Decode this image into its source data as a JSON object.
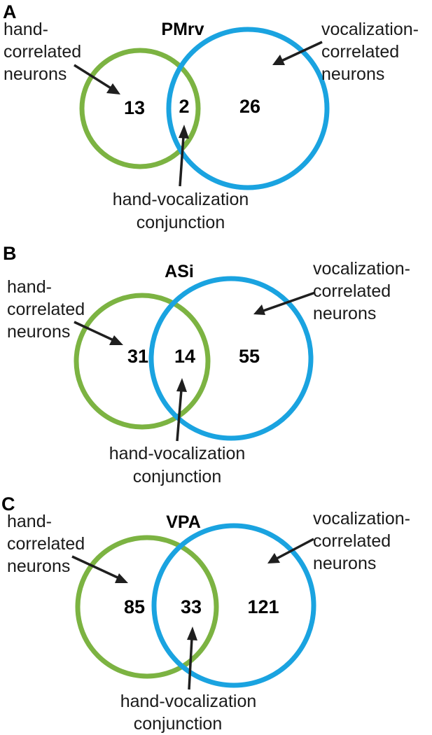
{
  "colors": {
    "hand_circle": "#7cb342",
    "vocalization_circle": "#1aa3e0",
    "arrow": "#1f1f1f",
    "text": "#000000"
  },
  "panels": [
    {
      "letter": "A",
      "region": "PMrv",
      "hand_only": "13",
      "conjunction": "2",
      "vocalization_only": "26",
      "hand_label": [
        "hand-",
        "correlated",
        "neurons"
      ],
      "vocalization_label": [
        "vocalization-",
        "correlated",
        "neurons"
      ],
      "conjunction_label": [
        "hand-vocalization",
        "conjunction"
      ]
    },
    {
      "letter": "B",
      "region": "ASi",
      "hand_only": "31",
      "conjunction": "14",
      "vocalization_only": "55",
      "hand_label": [
        "hand-",
        "correlated",
        "neurons"
      ],
      "vocalization_label": [
        "vocalization-",
        "correlated",
        "neurons"
      ],
      "conjunction_label": [
        "hand-vocalization",
        "conjunction"
      ]
    },
    {
      "letter": "C",
      "region": "VPA",
      "hand_only": "85",
      "conjunction": "33",
      "vocalization_only": "121",
      "hand_label": [
        "hand-",
        "correlated",
        "neurons"
      ],
      "vocalization_label": [
        "vocalization-",
        "correlated",
        "neurons"
      ],
      "conjunction_label": [
        "hand-vocalization",
        "conjunction"
      ]
    }
  ]
}
